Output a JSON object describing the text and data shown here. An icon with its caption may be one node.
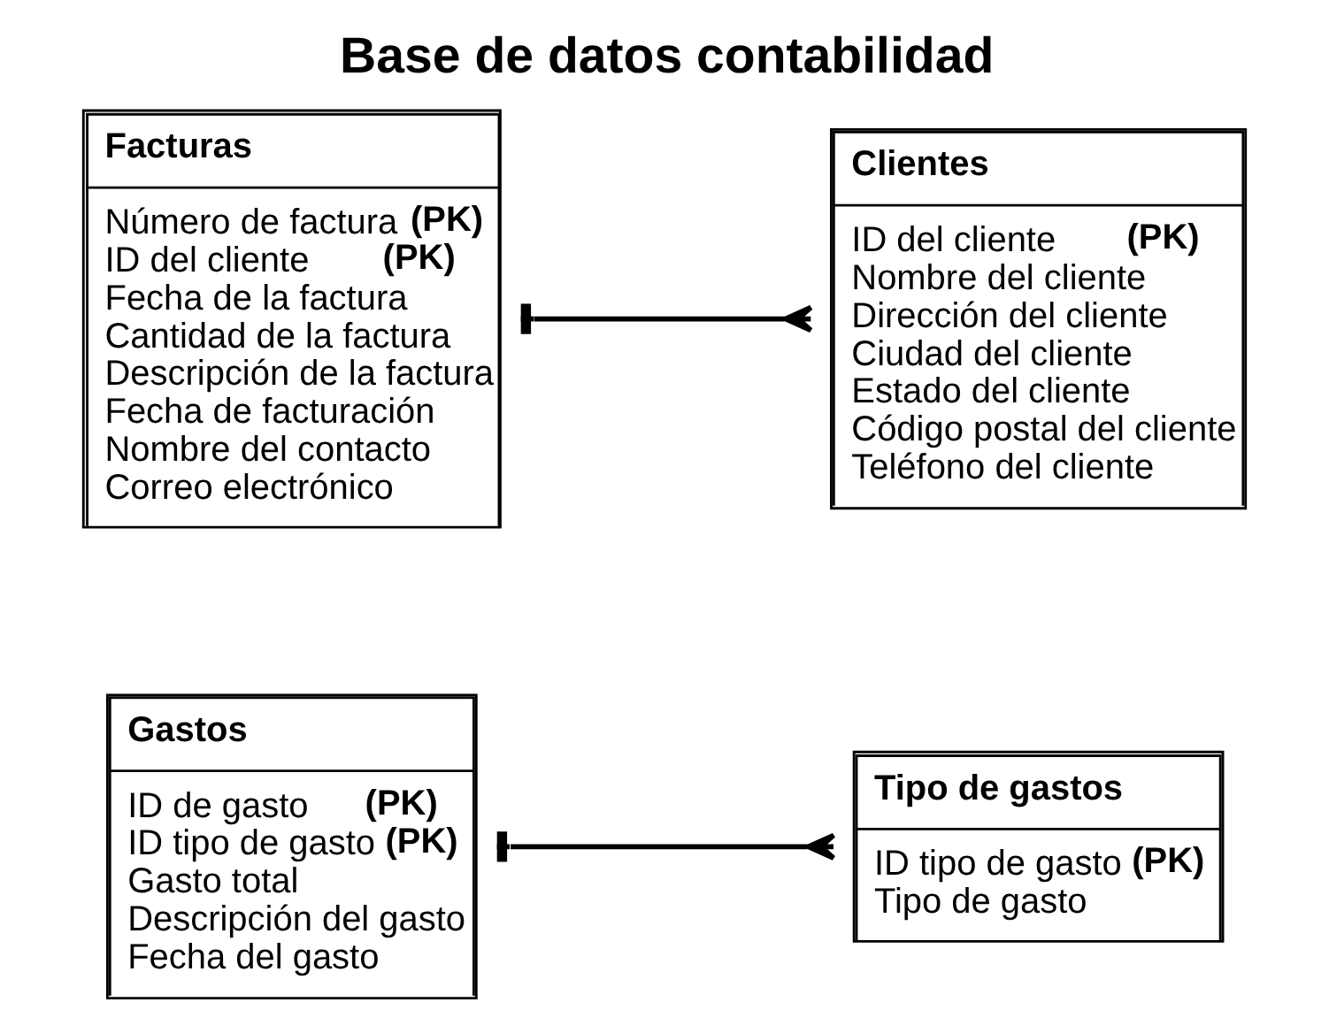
{
  "diagram": {
    "title": "Base de datos contabilidad",
    "nodes": [
      {
        "text": [
          "Facturas",
          "Número de factura **(PK)**",
          "ID del cliente **(PK)**",
          "Fecha de la factura",
          "Cantidad de la factura",
          "Descripción de la factura",
          "Fecha de facturación",
          "Nombre del contacto",
          "Correo electrónico"
        ]
      },
      {
        "text": [
          "Clientes",
          "ID del cliente **(PK)**",
          "Nombre del cliente",
          "Dirección del cliente",
          "Ciudad del cliente",
          "Estado del cliente",
          "Código postal del cliente",
          "Teléfono del cliente"
        ]
      },
      {
        "text": [
          "Gastos",
          "ID de gasto **(PK)**",
          "ID tipo de gasto **(PK)**",
          "Gasto total",
          "Descripción del gasto",
          "Fecha del gasto"
        ]
      },
      {
        "text": [
          "Tipo de gastos",
          "ID tipo de gasto **(PK)**",
          "Tipo de gasto"
        ]
      }
    ],
    "edges": [
      {
        "from": 0,
        "to": 1,
        "arrow": "other"
      },
      {
        "from": 2,
        "to": 3,
        "arrow": "other"
      }
    ]
  }
}
